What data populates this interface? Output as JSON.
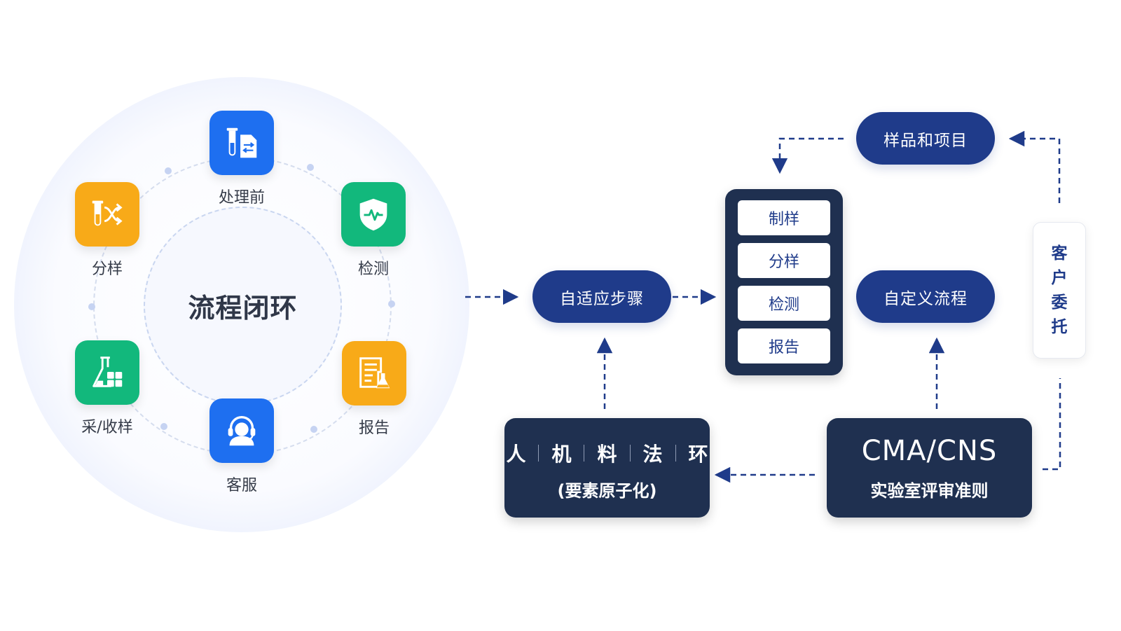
{
  "loop": {
    "center": "流程闭环",
    "nodes": [
      {
        "label": "处理前",
        "icon": "test-tube-document-icon",
        "color": "#1e6ff0"
      },
      {
        "label": "检测",
        "icon": "shield-pulse-icon",
        "color": "#12b87c"
      },
      {
        "label": "报告",
        "icon": "report-flask-icon",
        "color": "#f8aa18"
      },
      {
        "label": "客服",
        "icon": "headset-agent-icon",
        "color": "#1e6ff0"
      },
      {
        "label": "采/收样",
        "icon": "flask-boxes-icon",
        "color": "#12b87c"
      },
      {
        "label": "分样",
        "icon": "tube-shuffle-icon",
        "color": "#f8aa18"
      }
    ]
  },
  "flow": {
    "adaptive": "自适应步骤",
    "steps": [
      "制样",
      "分样",
      "检测",
      "报告"
    ],
    "samples": "样品和项目",
    "custom": "自定义流程",
    "client": [
      "客",
      "户",
      "委",
      "托"
    ],
    "elements": [
      "人",
      "机",
      "料",
      "法",
      "环"
    ],
    "elements_sub": "(要素原子化)",
    "cma_title": "CMA/CNS",
    "cma_sub": "实验室评审准则"
  },
  "colors": {
    "navy": "#1f3b8a",
    "dark": "#1f3050",
    "blue": "#1e6ff0",
    "green": "#12b87c",
    "orange": "#f8aa18"
  }
}
